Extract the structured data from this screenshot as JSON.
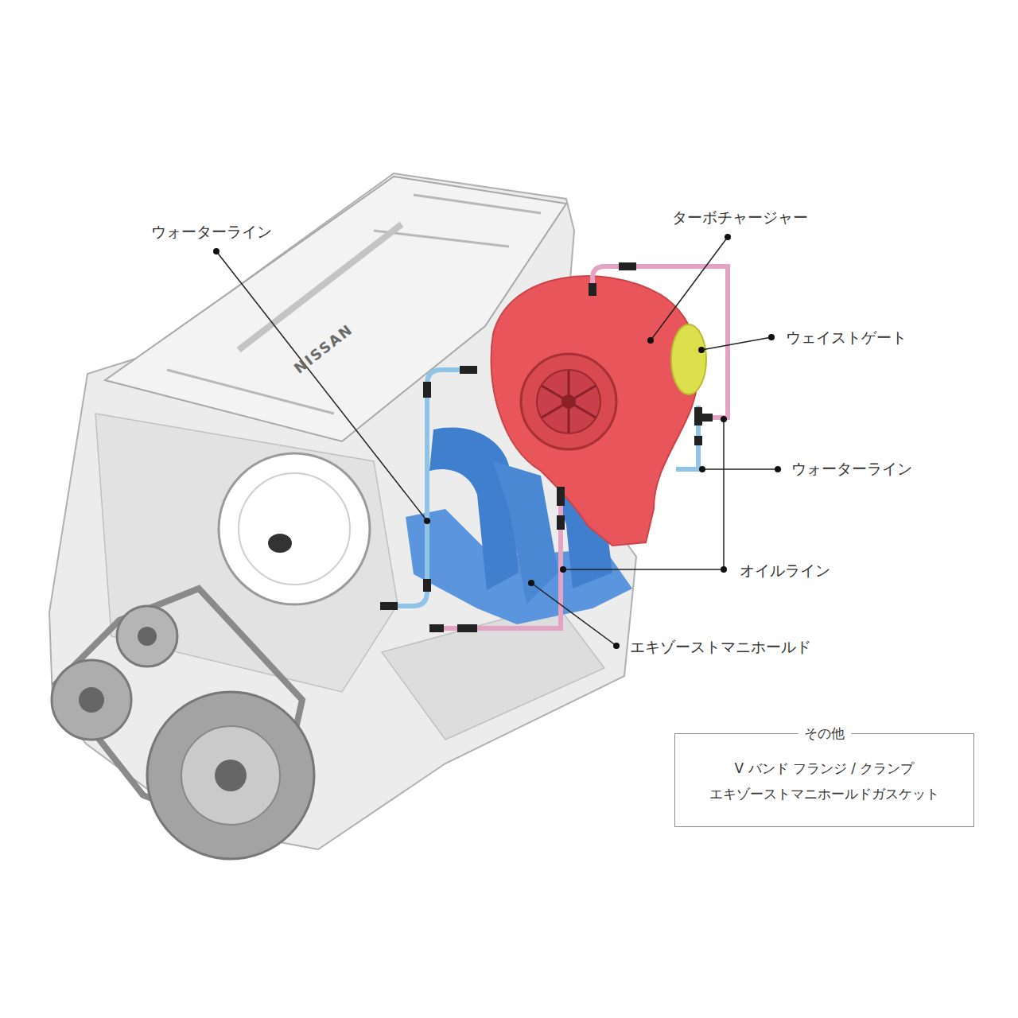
{
  "diagram": {
    "nodes": [
      {
        "text": [
          "その他",
          "V バンド フランジ / クランプ",
          "エキゾーストマニホールドガスケット"
        ]
      }
    ],
    "labels": [
      "ウォーターライン",
      "ターボチャージャー",
      "ウェイストゲート",
      "ウォーターライン",
      "オイルライン",
      "エキゾーストマニホールド",
      "NISSAN"
    ]
  }
}
